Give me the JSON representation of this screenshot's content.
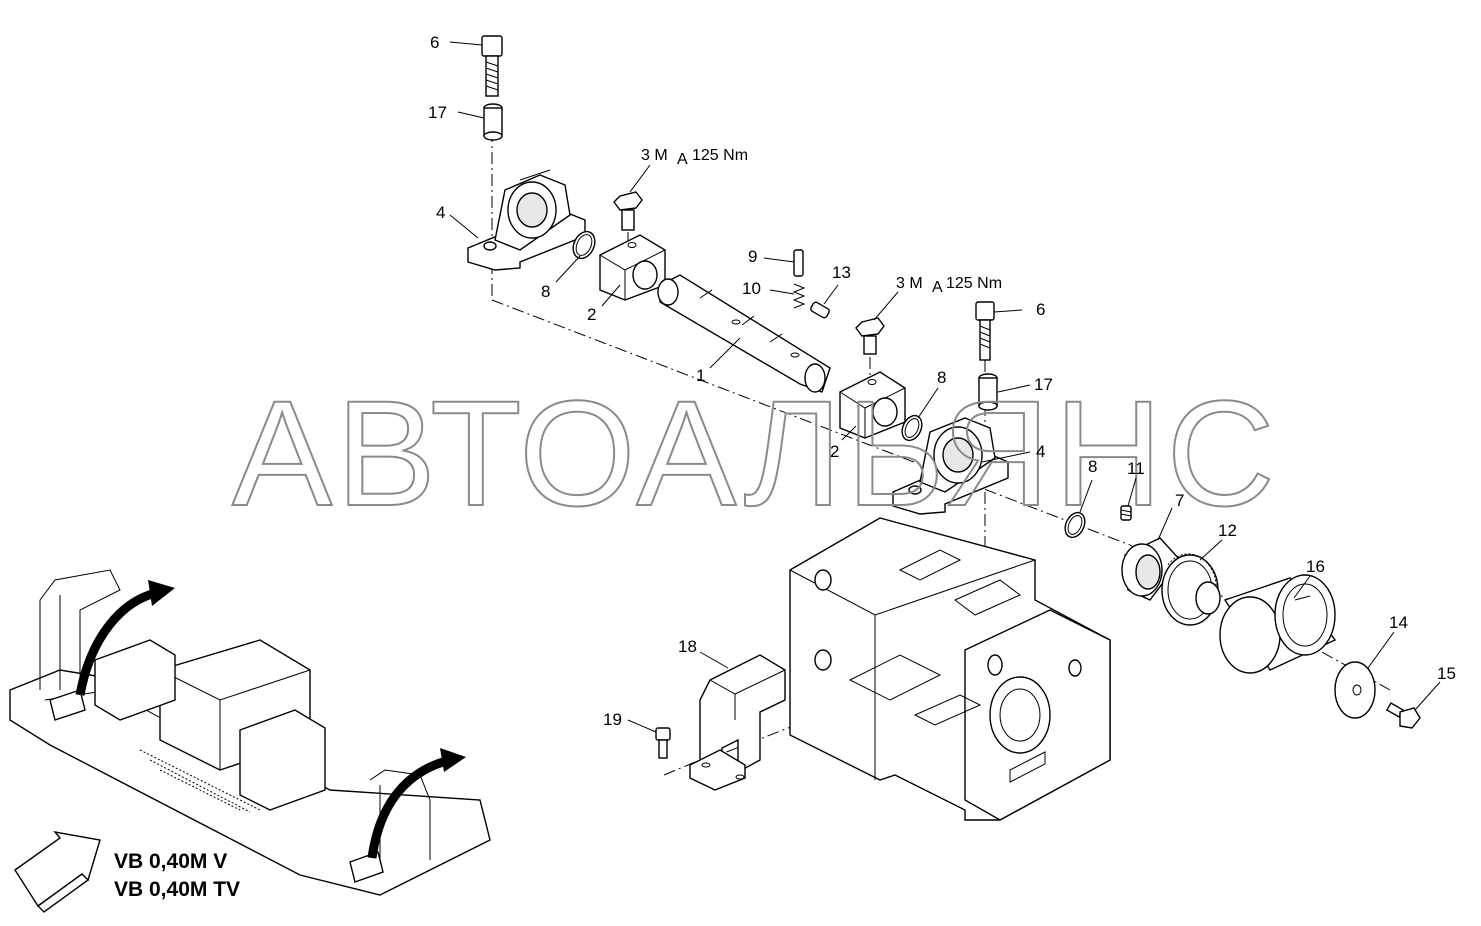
{
  "watermark": "АВТОАЛЬЯНС",
  "variants": [
    "VB 0,40M V",
    "VB 0,40M TV"
  ],
  "torque_label_top": "3  M",
  "torque_label_sub": "A",
  "torque_value": "125 Nm",
  "callouts": {
    "c1": "1",
    "c2a": "2",
    "c2b": "2",
    "c3a": "3",
    "c3b": "3",
    "c4a": "4",
    "c4b": "4",
    "c6a": "6",
    "c6b": "6",
    "c7": "7",
    "c8a": "8",
    "c8b": "8",
    "c8c": "8",
    "c9": "9",
    "c10": "10",
    "c11": "11",
    "c12": "12",
    "c13": "13",
    "c14": "14",
    "c15": "15",
    "c16": "16",
    "c17a": "17",
    "c17b": "17",
    "c18": "18",
    "c19": "19"
  }
}
